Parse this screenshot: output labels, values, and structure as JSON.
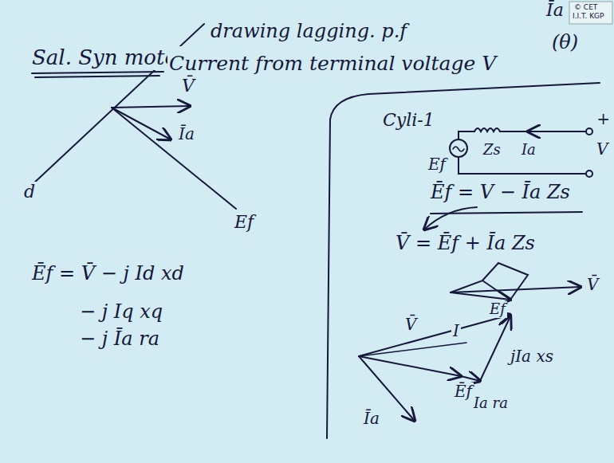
{
  "diagram": {
    "title": "Sal. Syn motor:-",
    "labels": [
      "© CET",
      "I.I.T. KGP",
      "drawing lagging. p.f",
      "Īa",
      "(θ)",
      "Current from terminal voltage V",
      "V̄",
      "Īa",
      "d",
      "Ef",
      "Ēf = V̄ − j Id xd",
      "− j Iq xq",
      "− j Īa ra",
      "Cyli-1",
      "Ef",
      "Zs",
      "Ia",
      "+",
      "V",
      "Ēf = V − Īa Zs",
      "V̄ = Ēf + Īa Zs",
      "V̄",
      "Ef",
      "V̄",
      "I",
      "Ēf",
      "jIa xs",
      "Ia ra",
      "Īa"
    ]
  }
}
